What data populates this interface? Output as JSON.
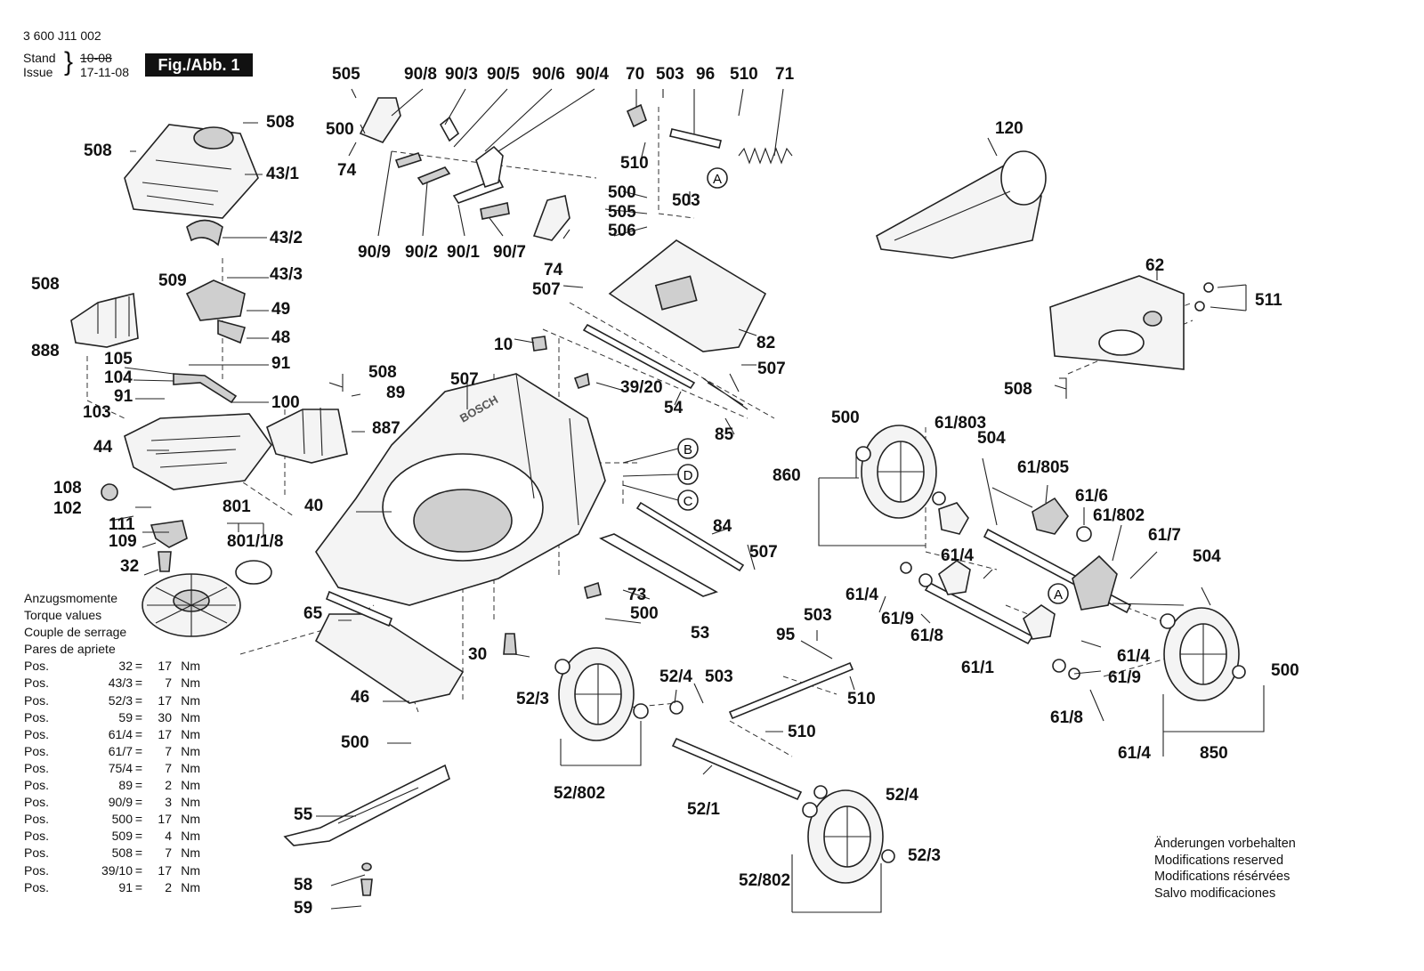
{
  "header": {
    "doc_number": "3 600 J11 002",
    "stand_label": "Stand",
    "issue_label": "Issue",
    "stand_value": "10-08",
    "issue_value": "17-11-08",
    "figure_label": "Fig./Abb. 1"
  },
  "torque_table": {
    "titles": [
      "Anzugsmomente",
      "Torque values",
      "Couple de serrage",
      "Pares de apriete"
    ],
    "rows": [
      {
        "pos": "Pos.",
        "part": "32",
        "eq": "=",
        "value": "17",
        "unit": "Nm"
      },
      {
        "pos": "Pos.",
        "part": "43/3",
        "eq": "=",
        "value": "7",
        "unit": "Nm"
      },
      {
        "pos": "Pos.",
        "part": "52/3",
        "eq": "=",
        "value": "17",
        "unit": "Nm"
      },
      {
        "pos": "Pos.",
        "part": "59",
        "eq": "=",
        "value": "30",
        "unit": "Nm"
      },
      {
        "pos": "Pos.",
        "part": "61/4",
        "eq": "=",
        "value": "17",
        "unit": "Nm"
      },
      {
        "pos": "Pos.",
        "part": "61/7",
        "eq": "=",
        "value": "7",
        "unit": "Nm"
      },
      {
        "pos": "Pos.",
        "part": "75/4",
        "eq": "=",
        "value": "7",
        "unit": "Nm"
      },
      {
        "pos": "Pos.",
        "part": "89",
        "eq": "=",
        "value": "2",
        "unit": "Nm"
      },
      {
        "pos": "Pos.",
        "part": "90/9",
        "eq": "=",
        "value": "3",
        "unit": "Nm"
      },
      {
        "pos": "Pos.",
        "part": "500",
        "eq": "=",
        "value": "17",
        "unit": "Nm"
      },
      {
        "pos": "Pos.",
        "part": "509",
        "eq": "=",
        "value": "4",
        "unit": "Nm"
      },
      {
        "pos": "Pos.",
        "part": "508",
        "eq": "=",
        "value": "7",
        "unit": "Nm"
      },
      {
        "pos": "Pos.",
        "part": "39/10",
        "eq": "=",
        "value": "17",
        "unit": "Nm"
      },
      {
        "pos": "Pos.",
        "part": "91",
        "eq": "=",
        "value": "2",
        "unit": "Nm"
      }
    ]
  },
  "notes": [
    "Änderungen vorbehalten",
    "Modifications reserved",
    "Modifications résérvées",
    "Salvo modificaciones"
  ],
  "callouts": [
    "A",
    "B",
    "C",
    "D"
  ],
  "part_labels": [
    {
      "id": "505a",
      "text": "505"
    },
    {
      "id": "908",
      "text": "90/8"
    },
    {
      "id": "903",
      "text": "90/3"
    },
    {
      "id": "905",
      "text": "90/5"
    },
    {
      "id": "906",
      "text": "90/6"
    },
    {
      "id": "904",
      "text": "90/4"
    },
    {
      "id": "70",
      "text": "70"
    },
    {
      "id": "503a",
      "text": "503"
    },
    {
      "id": "96",
      "text": "96"
    },
    {
      "id": "510a",
      "text": "510"
    },
    {
      "id": "71",
      "text": "71"
    },
    {
      "id": "508a",
      "text": "508"
    },
    {
      "id": "508b",
      "text": "508"
    },
    {
      "id": "431",
      "text": "43/1"
    },
    {
      "id": "500a",
      "text": "500"
    },
    {
      "id": "74a",
      "text": "74"
    },
    {
      "id": "510b",
      "text": "510"
    },
    {
      "id": "503b",
      "text": "503"
    },
    {
      "id": "500b",
      "text": "500"
    },
    {
      "id": "505b",
      "text": "505"
    },
    {
      "id": "506",
      "text": "506"
    },
    {
      "id": "432",
      "text": "43/2"
    },
    {
      "id": "909",
      "text": "90/9"
    },
    {
      "id": "902",
      "text": "90/2"
    },
    {
      "id": "901",
      "text": "90/1"
    },
    {
      "id": "907",
      "text": "90/7"
    },
    {
      "id": "74b",
      "text": "74"
    },
    {
      "id": "433",
      "text": "43/3"
    },
    {
      "id": "120",
      "text": "120"
    },
    {
      "id": "508c",
      "text": "508"
    },
    {
      "id": "509",
      "text": "509"
    },
    {
      "id": "507a",
      "text": "507"
    },
    {
      "id": "49",
      "text": "49"
    },
    {
      "id": "62",
      "text": "62"
    },
    {
      "id": "511",
      "text": "511"
    },
    {
      "id": "48",
      "text": "48"
    },
    {
      "id": "888",
      "text": "888"
    },
    {
      "id": "82",
      "text": "82"
    },
    {
      "id": "10",
      "text": "10"
    },
    {
      "id": "105",
      "text": "105"
    },
    {
      "id": "91a",
      "text": "91"
    },
    {
      "id": "104",
      "text": "104"
    },
    {
      "id": "507b",
      "text": "507"
    },
    {
      "id": "508d",
      "text": "508"
    },
    {
      "id": "508e",
      "text": "508"
    },
    {
      "id": "91b",
      "text": "91"
    },
    {
      "id": "100",
      "text": "100"
    },
    {
      "id": "507c",
      "text": "507"
    },
    {
      "id": "89",
      "text": "89"
    },
    {
      "id": "3920",
      "text": "39/20"
    },
    {
      "id": "103",
      "text": "103"
    },
    {
      "id": "54",
      "text": "54"
    },
    {
      "id": "887",
      "text": "887"
    },
    {
      "id": "500c",
      "text": "500"
    },
    {
      "id": "61803",
      "text": "61/803"
    },
    {
      "id": "85",
      "text": "85"
    },
    {
      "id": "44",
      "text": "44"
    },
    {
      "id": "504a",
      "text": "504"
    },
    {
      "id": "61805",
      "text": "61/805"
    },
    {
      "id": "860",
      "text": "860"
    },
    {
      "id": "108",
      "text": "108"
    },
    {
      "id": "616",
      "text": "61/6"
    },
    {
      "id": "40",
      "text": "40"
    },
    {
      "id": "801",
      "text": "801"
    },
    {
      "id": "102",
      "text": "102"
    },
    {
      "id": "61802",
      "text": "61/802"
    },
    {
      "id": "84",
      "text": "84"
    },
    {
      "id": "111",
      "text": "111"
    },
    {
      "id": "617",
      "text": "61/7"
    },
    {
      "id": "8011",
      "text": "801/1/8"
    },
    {
      "id": "109",
      "text": "109"
    },
    {
      "id": "507d",
      "text": "507"
    },
    {
      "id": "614a",
      "text": "61/4"
    },
    {
      "id": "504b",
      "text": "504"
    },
    {
      "id": "32",
      "text": "32"
    },
    {
      "id": "614b",
      "text": "61/4"
    },
    {
      "id": "73",
      "text": "73"
    },
    {
      "id": "619a",
      "text": "61/9"
    },
    {
      "id": "65",
      "text": "65"
    },
    {
      "id": "500d",
      "text": "500"
    },
    {
      "id": "503c",
      "text": "503"
    },
    {
      "id": "618a",
      "text": "61/8"
    },
    {
      "id": "53",
      "text": "53"
    },
    {
      "id": "95",
      "text": "95"
    },
    {
      "id": "614c",
      "text": "61/4"
    },
    {
      "id": "30",
      "text": "30"
    },
    {
      "id": "611",
      "text": "61/1"
    },
    {
      "id": "500e",
      "text": "500"
    },
    {
      "id": "524a",
      "text": "52/4"
    },
    {
      "id": "503d",
      "text": "503"
    },
    {
      "id": "523a",
      "text": "52/3"
    },
    {
      "id": "46",
      "text": "46"
    },
    {
      "id": "619b",
      "text": "61/9"
    },
    {
      "id": "510c",
      "text": "510"
    },
    {
      "id": "618b",
      "text": "61/8"
    },
    {
      "id": "510d",
      "text": "510"
    },
    {
      "id": "500f",
      "text": "500"
    },
    {
      "id": "614d",
      "text": "61/4"
    },
    {
      "id": "850",
      "text": "850"
    },
    {
      "id": "52802a",
      "text": "52/802"
    },
    {
      "id": "524b",
      "text": "52/4"
    },
    {
      "id": "521",
      "text": "52/1"
    },
    {
      "id": "55",
      "text": "55"
    },
    {
      "id": "523b",
      "text": "52/3"
    },
    {
      "id": "58",
      "text": "58"
    },
    {
      "id": "52802b",
      "text": "52/802"
    },
    {
      "id": "59",
      "text": "59"
    }
  ]
}
